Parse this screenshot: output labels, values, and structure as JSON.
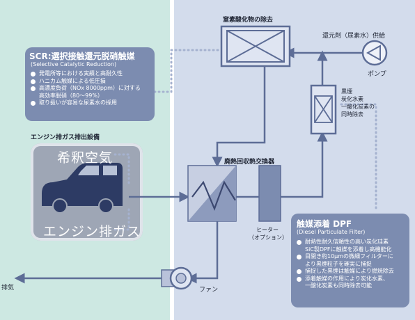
{
  "labels": {
    "nox_removal": "窒素酸化物の除去",
    "reductant_supply": "還元剤（尿素水）供給",
    "pump": "ポンプ",
    "pm_removal": [
      "黒煙",
      "炭化水素",
      "一酸化炭素の",
      "同時除去"
    ],
    "engine_equipment": "エンジン排ガス排出設備",
    "heat_exchanger": "廃熱回収熱交換器",
    "heater": [
      "ヒーター",
      "（オプション）"
    ],
    "fan": "ファン",
    "exhaust": "排気"
  },
  "scr": {
    "title": "SCR:選択接触還元脱硝触媒",
    "subtitle": "(Selective Catalytic Reduction)",
    "items": [
      "発電所等における実績と高耐久性",
      "ハニカム触媒による低圧損",
      "高濃度負荷（NOx 8000ppm）に対する",
      "高効率脱硝（80～99%）",
      "取り扱いが容易な尿素水の採用"
    ]
  },
  "engine": {
    "air_label": "希釈空気",
    "gas_label": "エンジン排ガス"
  },
  "dpf": {
    "title": "触媒添着 DPF",
    "subtitle": "(Diesel Particulate Filter)",
    "items": [
      "耐熱性耐久信頼性の高い炭化珪素",
      "SiC製DPFに触媒を添着し高機能化",
      "目開き約10μmの微細フィルターに",
      "より黒煙粒子を確実に捕捉",
      "捕捉した黒煙は触媒により燃焼除去",
      "添着触媒の作用により炭化水素、",
      "一酸化炭素も同時除去可能"
    ]
  },
  "colors": {
    "left_panel": "#cde8e2",
    "right_panel": "#d3dcec",
    "box_fill": "#7c8cb0",
    "flow_line": "#5d6d96",
    "dotted": "#a5b2cf",
    "text": "#1e2433"
  }
}
